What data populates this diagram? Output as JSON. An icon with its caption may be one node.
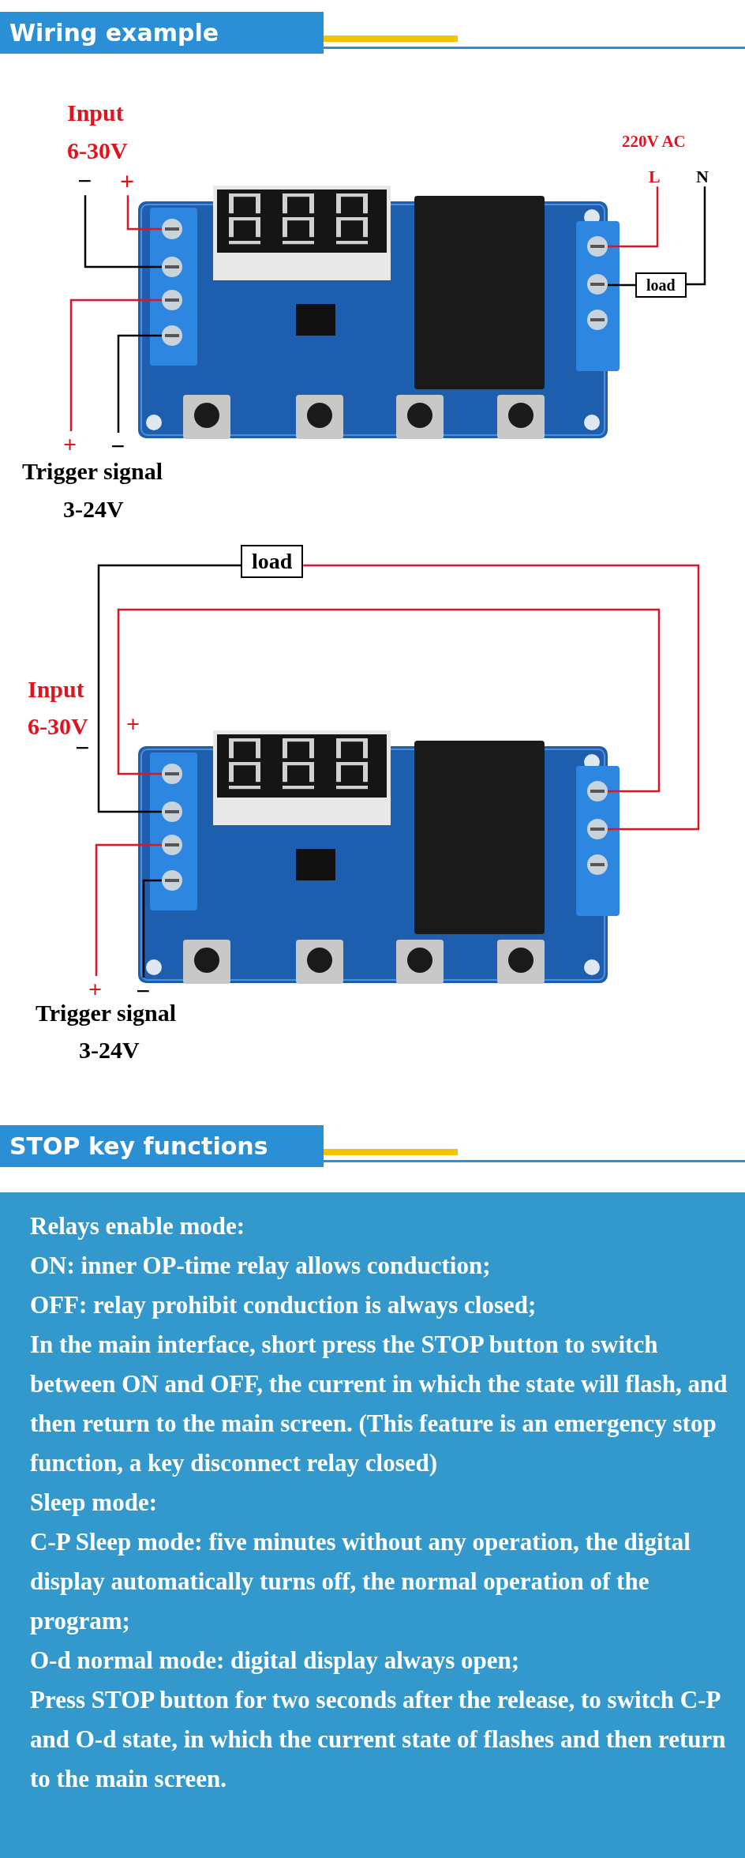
{
  "diagram": {
    "nodes": [
      {
        "text": [],
        "shape": "picture"
      },
      {
        "text": [],
        "shape": "circle",
        "in": 0
      },
      {
        "text": [],
        "shape": "circle",
        "in": 0
      },
      {
        "text": [],
        "shape": "circle",
        "in": 0
      },
      {
        "text": [],
        "shape": "circle",
        "in": 0
      },
      {
        "text": [],
        "shape": "circle",
        "in": 0
      },
      {
        "text": [],
        "shape": "circle",
        "in": 0
      },
      {
        "text": [],
        "shape": "circle",
        "in": 0
      },
      {
        "text": [
          "−"
        ]
      },
      {
        "text": [
          "+"
        ]
      },
      {
        "text": [
          "+"
        ]
      },
      {
        "text": [
          "−"
        ]
      },
      {
        "text": [
          "L"
        ]
      },
      {
        "text": [
          "N"
        ]
      },
      {
        "text": [
          "load"
        ]
      },
      {
        "text": [],
        "shape": "picture"
      },
      {
        "text": [],
        "shape": "circle",
        "in": 15
      },
      {
        "text": [],
        "shape": "circle",
        "in": 15
      },
      {
        "text": [],
        "shape": "circle",
        "in": 15
      },
      {
        "text": [],
        "shape": "circle",
        "in": 15
      },
      {
        "text": [],
        "shape": "circle",
        "in": 15
      },
      {
        "text": [],
        "shape": "circle",
        "in": 15
      },
      {
        "text": [],
        "shape": "circle",
        "in": 15
      },
      {
        "text": [
          "load"
        ]
      },
      {
        "text": [
          "+"
        ]
      },
      {
        "text": [
          "−"
        ]
      },
      {
        "text": [],
        "shape": "box",
        "in": 0
      },
      {
        "text": [],
        "shape": "box",
        "in": 15
      }
    ],
    "edges": [
      {
        "from": 8,
        "to": 2,
        "arrow": "none"
      },
      {
        "from": 9,
        "to": 1,
        "arrow": "none",
        "color": "#e0141e"
      },
      {
        "from": 10,
        "to": 3,
        "arrow": "none",
        "color": "#e0141e"
      },
      {
        "from": 11,
        "to": 4,
        "arrow": "none"
      },
      {
        "from": 12,
        "to": 5,
        "arrow": "none",
        "color": "#e0141e"
      },
      {
        "from": 14,
        "to": 6,
        "arrow": "none"
      },
      {
        "from": 13,
        "to": 14,
        "arrow": "none"
      },
      {
        "from": 23,
        "to": 17,
        "arrow": "none"
      },
      {
        "from": 20,
        "to": 16,
        "arrow": "none",
        "color": "#e0141e"
      },
      {
        "from": 23,
        "to": 21,
        "arrow": "none",
        "color": "#e0141e"
      },
      {
        "from": 24,
        "to": 18,
        "arrow": "none",
        "color": "#e0141e"
      },
      {
        "from": 25,
        "to": 19,
        "arrow": "none"
      }
    ],
    "labels": [
      "Wiring example",
      "Input",
      "6-30V",
      "220V AC",
      "Trigger signal",
      "3-24V",
      "Input",
      "6-30V",
      "−",
      "+",
      "Trigger signal",
      "3-24V",
      "STOP key functions",
      "Relays enable mode:",
      "ON: inner OP-time relay allows conduction;",
      "OFF: relay prohibit conduction is always closed;",
      "In the main interface, short press the STOP button to switch between ON and OFF, the current in which the state will flash, and then return to the main screen. (This feature is an emergency stop function, a key disconnect relay closed)",
      "Sleep mode:",
      "C-P Sleep mode: five minutes without any operation, the digital display automatically turns off, the normal operation of the program;",
      "O-d normal mode: digital display always open;",
      "Press STOP button for two seconds after the release, to switch C-P and O-d state, in which the current state of flashes and then return to the main screen."
    ]
  }
}
